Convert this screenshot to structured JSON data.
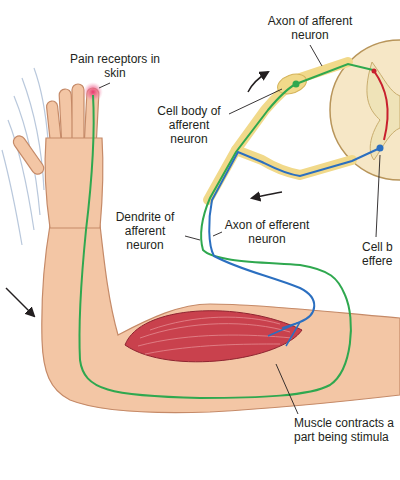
{
  "diagram": {
    "labels": [
      "Pain receptors in skin",
      "Axon of afferent neuron",
      "Cell body of afferent neuron",
      "Dendrite of afferent neuron",
      "Axon of efferent neuron",
      "Cell b effere",
      "Muscle contracts a part being stimula"
    ]
  }
}
